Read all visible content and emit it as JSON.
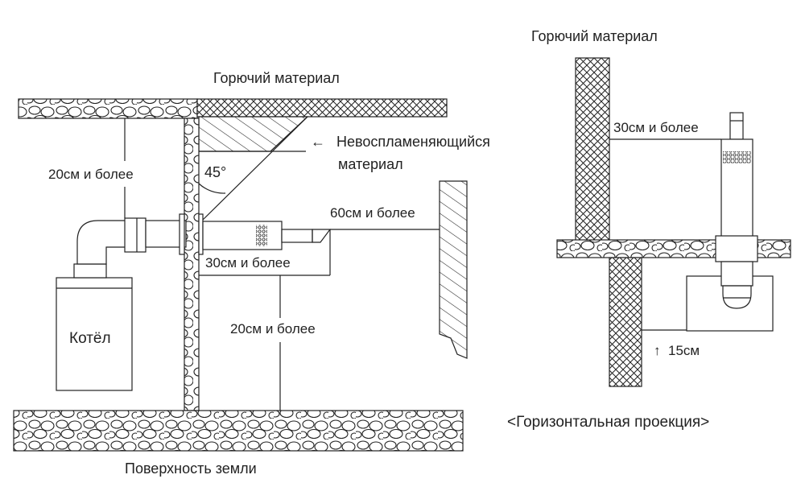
{
  "labels": {
    "combustible_top_left": "Горючий материал",
    "combustible_top_right": "Горючий материал",
    "noncombustible_arrow": "←",
    "noncombustible_line1": "Невоспламеняющийся",
    "noncombustible_line2": "материал",
    "angle": "45°",
    "dist_ceiling_pipe": "20см и более",
    "dist_wall_60": "60см и более",
    "dist_below_30": "30см и более",
    "dist_floor_20": "20см и более",
    "boiler": "Котёл",
    "ground_surface": "Поверхность земли",
    "plan_dist_30": "30см и более",
    "plan_arrow": "↑",
    "plan_dist_15": "15см",
    "plan_caption": "<Горизонтальная проекция>"
  },
  "colors": {
    "line": "#222222",
    "background": "#ffffff"
  }
}
